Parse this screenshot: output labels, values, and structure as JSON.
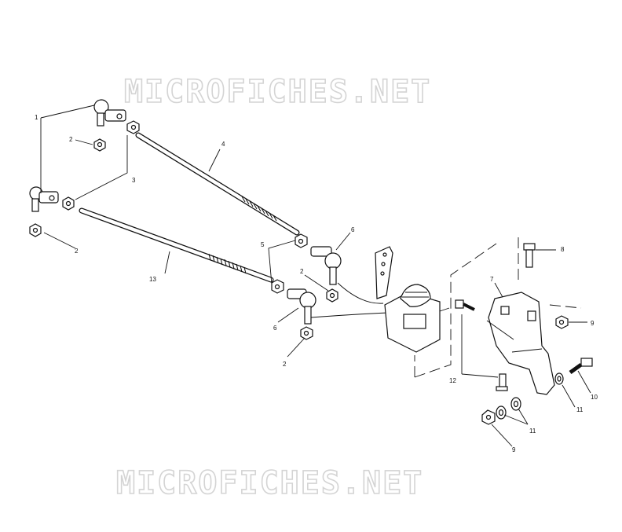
{
  "watermark": {
    "top": "MICROFICHES.NET",
    "bottom": "MICROFICHES.NET"
  },
  "callouts": [
    {
      "id": "c1",
      "text": "1"
    },
    {
      "id": "c2a",
      "text": "2"
    },
    {
      "id": "c3",
      "text": "3"
    },
    {
      "id": "c4",
      "text": "4"
    },
    {
      "id": "c2b",
      "text": "2"
    },
    {
      "id": "c13",
      "text": "13"
    },
    {
      "id": "c5",
      "text": "5"
    },
    {
      "id": "c6a",
      "text": "6"
    },
    {
      "id": "c2c",
      "text": "2"
    },
    {
      "id": "c6b",
      "text": "6"
    },
    {
      "id": "c2d",
      "text": "2"
    },
    {
      "id": "c8",
      "text": "8"
    },
    {
      "id": "c7",
      "text": "7"
    },
    {
      "id": "c9a",
      "text": "9"
    },
    {
      "id": "c12",
      "text": "12"
    },
    {
      "id": "c10",
      "text": "10"
    },
    {
      "id": "c11a",
      "text": "11"
    },
    {
      "id": "c11b",
      "text": "11"
    },
    {
      "id": "c9b",
      "text": "9"
    }
  ]
}
